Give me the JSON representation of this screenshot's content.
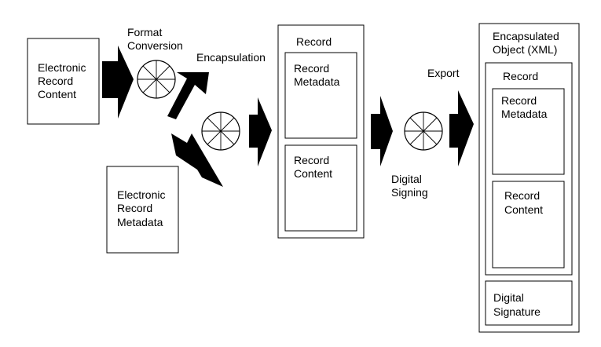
{
  "colors": {
    "stroke": "#000000",
    "background": "#ffffff",
    "arrow_fill": "#000000"
  },
  "boxes": {
    "electronic_record_content": [
      "Electronic",
      "Record",
      "Content"
    ],
    "electronic_record_metadata": [
      "Electronic",
      "Record",
      "Metadata"
    ],
    "record_title": "Record",
    "record_metadata": [
      "Record",
      "Metadata"
    ],
    "record_content": [
      "Record",
      "Content"
    ],
    "encapsulated_object_title": [
      "Encapsulated",
      "Object (XML)"
    ],
    "inner_record_title": "Record",
    "inner_record_metadata": [
      "Record",
      "Metadata"
    ],
    "inner_record_content": [
      "Record",
      "Content"
    ],
    "digital_signature": [
      "Digital",
      "Signature"
    ]
  },
  "labels": {
    "format_conversion": [
      "Format",
      "Conversion"
    ],
    "encapsulation": "Encapsulation",
    "export": "Export",
    "digital_signing": [
      "Digital",
      "Signing"
    ]
  },
  "icons": {
    "process_wheel": "spoked-wheel-icon",
    "flow_arrow": "block-arrow-icon"
  }
}
